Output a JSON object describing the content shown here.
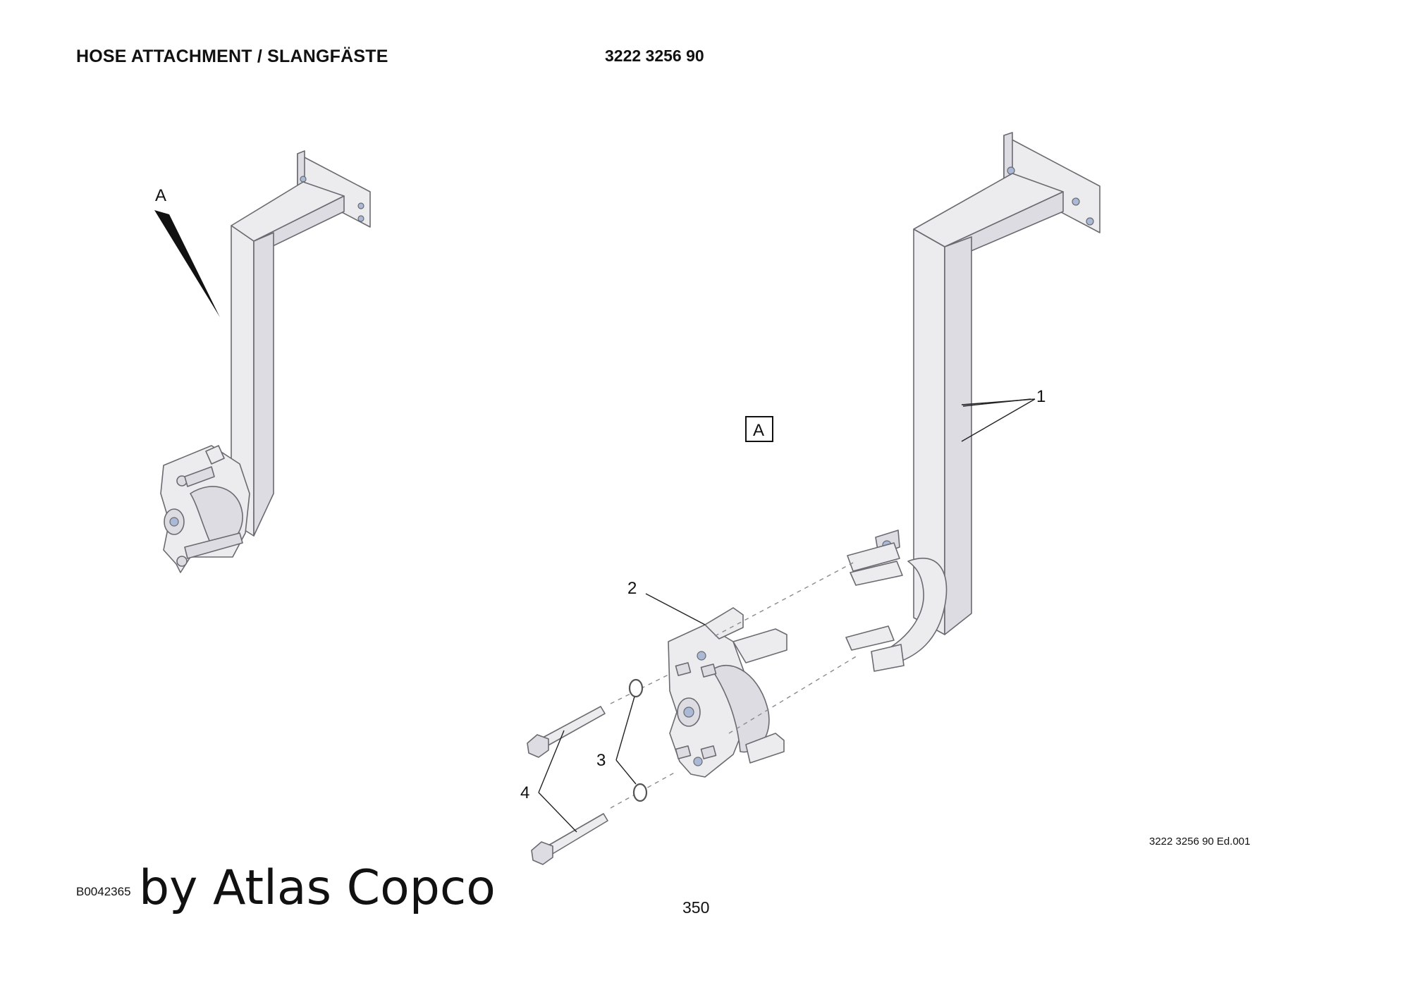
{
  "header": {
    "title": "HOSE ATTACHMENT / SLANGFÄSTE",
    "part_number": "3222 3256 90"
  },
  "figure": {
    "detail_label": "A",
    "detail_box_label": "A",
    "callouts": {
      "item_1": "1",
      "item_2": "2",
      "item_3": "3",
      "item_4": "4"
    },
    "edition": "3222 3256 90 Ed.001"
  },
  "footer": {
    "doc_id": "B0042365",
    "brand": "by Atlas Copco",
    "page_number": "350"
  }
}
